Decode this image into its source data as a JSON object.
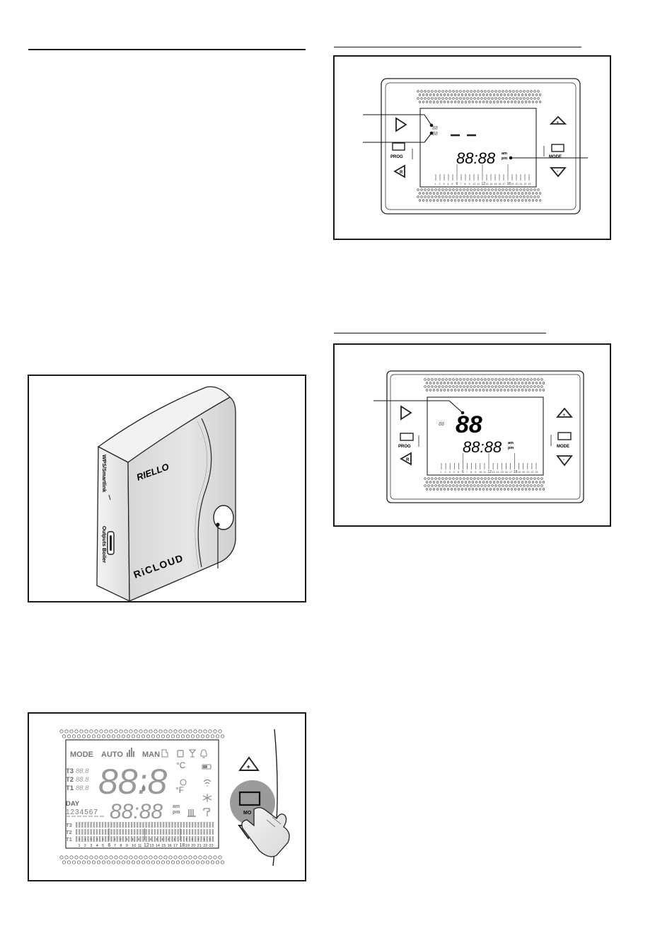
{
  "device": {
    "brand": "RIELLO",
    "product": "RiCLOUD",
    "label_wps": "WPS/Smartlink",
    "label_outputs": "Outputs Boiler"
  },
  "thermostat": {
    "prog_label": "PROG",
    "mode_label": "MODE",
    "reset_label": "R",
    "plus_label": "+",
    "minus_label": "-",
    "small_digits_a": "88",
    "small_digits_b": "88",
    "clock_digits": "88:88",
    "am": "am",
    "pm": "pm",
    "large_digits": "88",
    "hours_scale": [
      "1",
      "2",
      "3",
      "4",
      "5",
      "6",
      "7",
      "8",
      "9",
      "10",
      "11",
      "12",
      "13",
      "14",
      "15",
      "16",
      "17",
      "18",
      "19",
      "20",
      "21",
      "22",
      "23"
    ]
  },
  "display_full": {
    "mode": "MODE",
    "auto": "AUTO",
    "man": "MAN",
    "t3": "T3",
    "t2": "T2",
    "t1": "T1",
    "t_value": "88.8",
    "temp_digits": "88:8",
    "unit_c": "°C",
    "unit_f": "°F",
    "day": "DAY",
    "day_numbers": "1234567",
    "clock_digits": "88:88",
    "am": "am",
    "pm": "pm",
    "row_t3": "T3",
    "row_t2": "T2",
    "row_t1": "T1",
    "mode_button_partial": "MO",
    "plus_label": "+",
    "minus_label": "-"
  }
}
